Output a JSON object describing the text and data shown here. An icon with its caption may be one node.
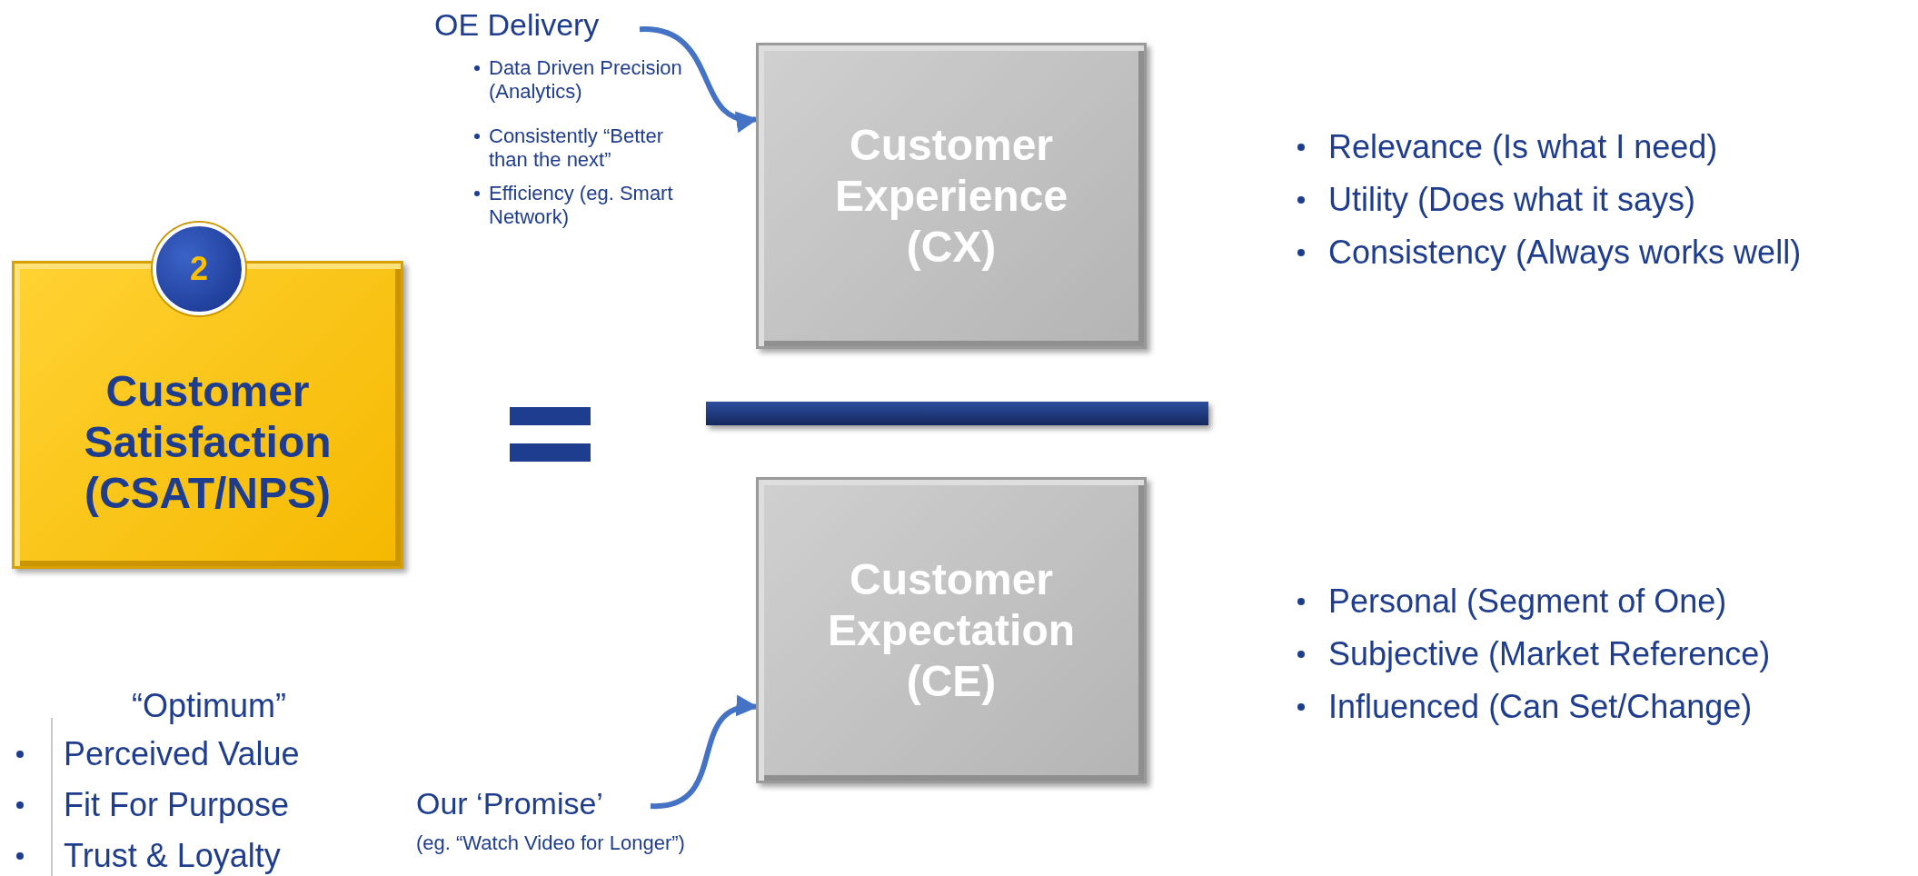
{
  "diagram": {
    "nodes": [
      {
        "text": [
          "2"
        ]
      },
      {
        "text": [
          "Customer Satisfaction (CSAT/NPS)"
        ]
      },
      {
        "text": [
          "Customer Experience (CX)"
        ]
      },
      {
        "text": [
          "Customer Expectation (CE)"
        ]
      },
      {
        "text": [
          "OE Delivery"
        ]
      },
      {
        "text": [
          "Our ‘Promise’"
        ],
        "beside": [
          "(eg. “Watch Video for Longer”)"
        ]
      },
      {
        "text": [],
        "shape": "bar"
      }
    ],
    "edges": [
      {
        "from": 4,
        "to": 2,
        "arrow": "to"
      },
      {
        "from": 5,
        "to": 3,
        "arrow": "to"
      }
    ],
    "labels": [
      "Data Driven Precision (Analytics)",
      "Consistently “Better than the next”",
      "Efficiency (eg. Smart Network)",
      "Relevance (Is what I need)",
      "Utility (Does what it says)",
      "Consistency (Always works well)",
      "“Optimum”",
      "Perceived Value",
      "Fit For Purpose",
      "Trust & Loyalty",
      "Personal (Segment of One)",
      "Subjective (Market Reference)",
      "Influenced (Can Set/Change)"
    ]
  }
}
